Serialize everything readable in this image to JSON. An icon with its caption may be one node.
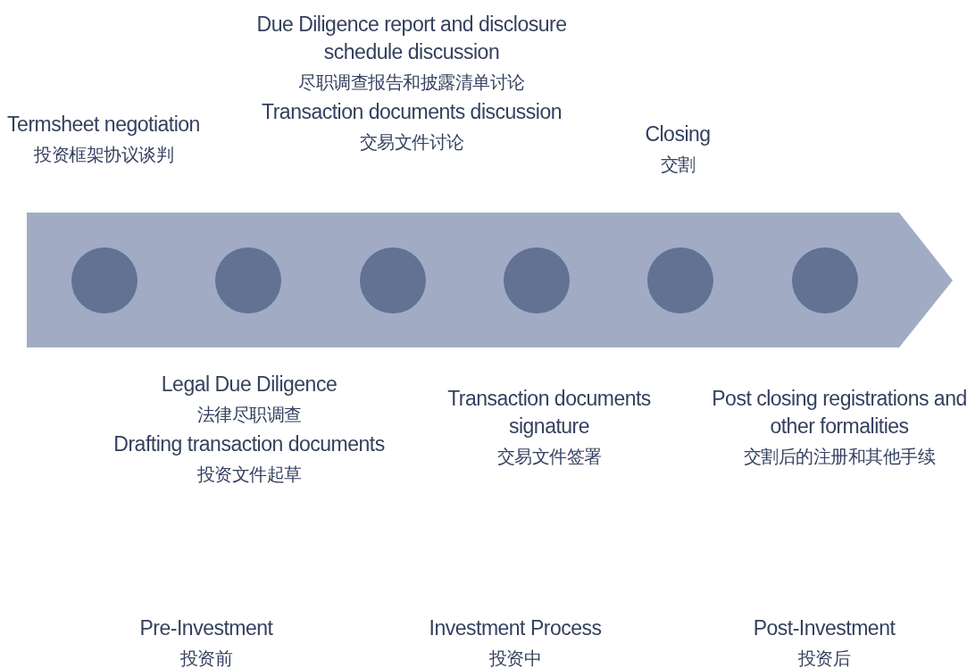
{
  "diagram": {
    "nodes": [
      {
        "text": [],
        "shape": "circle",
        "beside": [
          "Termsheet negotiation",
          "投资框架协议谈判"
        ]
      },
      {
        "text": [],
        "shape": "circle",
        "beside": [
          "Legal Due Diligence",
          "法律尽职调查",
          "Drafting transaction documents",
          "投资文件起草"
        ]
      },
      {
        "text": [],
        "shape": "circle",
        "beside": [
          "Due Diligence report and disclosure schedule discussion",
          "尽职调查报告和披露清单讨论",
          "Transaction documents discussion",
          "交易文件讨论"
        ]
      },
      {
        "text": [],
        "shape": "circle",
        "beside": [
          "Transaction documents signature",
          "交易文件签署"
        ]
      },
      {
        "text": [],
        "shape": "circle",
        "beside": [
          "Closing",
          "交割"
        ]
      },
      {
        "text": [],
        "shape": "circle",
        "beside": [
          "Post closing registrations and other formalities",
          "交割后的注册和其他手续"
        ]
      }
    ],
    "labels": [
      "Pre-Investment",
      "投资前",
      "Investment Process",
      "投资中",
      "Post-Investment",
      "投资后"
    ]
  }
}
